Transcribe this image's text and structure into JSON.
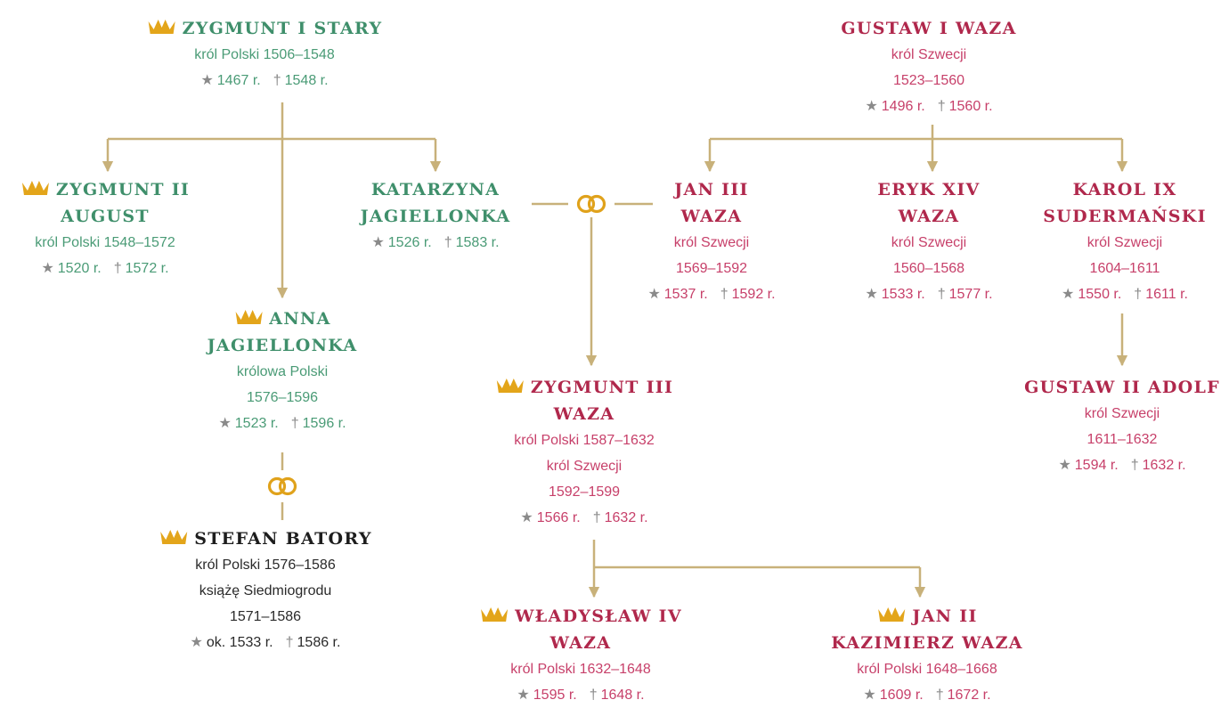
{
  "colors": {
    "green_name": "#3f8f6b",
    "green_text": "#4a9b76",
    "red_name": "#b0284c",
    "red_text": "#c7406a",
    "line": "#c8b17a",
    "crown": "#e3a51a",
    "rings": "#e0a21b"
  },
  "people": {
    "zygmunt_stary": {
      "name": [
        "ZYGMUNT I STARY"
      ],
      "info": [
        "król Polski 1506–1548"
      ],
      "born": "1467 r.",
      "died": "1548 r."
    },
    "zygmunt_august": {
      "name": [
        "ZYGMUNT II",
        "AUGUST"
      ],
      "info": [
        "król Polski 1548–1572"
      ],
      "born": "1520 r.",
      "died": "1572 r."
    },
    "katarzyna": {
      "name": [
        "KATARZYNA",
        "JAGIELLONKA"
      ],
      "info": [],
      "born": "1526 r.",
      "died": "1583 r."
    },
    "anna": {
      "name": [
        "ANNA",
        "JAGIELLONKA"
      ],
      "info": [
        "królowa Polski",
        "1576–1596"
      ],
      "born": "1523 r.",
      "died": "1596 r."
    },
    "stefan_batory": {
      "name": [
        "STEFAN BATORY"
      ],
      "info": [
        "król Polski 1576–1586",
        "książę Siedmiogrodu",
        "1571–1586"
      ],
      "born": "ok. 1533 r.",
      "died": "1586 r."
    },
    "gustaw_waza": {
      "name": [
        "GUSTAW I WAZA"
      ],
      "info": [
        "król Szwecji",
        "1523–1560"
      ],
      "born": "1496 r.",
      "died": "1560 r."
    },
    "jan_iii": {
      "name": [
        "JAN III",
        "WAZA"
      ],
      "info": [
        "król Szwecji",
        "1569–1592"
      ],
      "born": "1537 r.",
      "died": "1592 r."
    },
    "eryk_xiv": {
      "name": [
        "ERYK XIV",
        "WAZA"
      ],
      "info": [
        "król Szwecji",
        "1560–1568"
      ],
      "born": "1533 r.",
      "died": "1577 r."
    },
    "karol_ix": {
      "name": [
        "KAROL IX",
        "SUDERMAŃSKI"
      ],
      "info": [
        "król Szwecji",
        "1604–1611"
      ],
      "born": "1550 r.",
      "died": "1611 r."
    },
    "gustaw_adolf": {
      "name": [
        "GUSTAW II ADOLF"
      ],
      "info": [
        "król Szwecji",
        "1611–1632"
      ],
      "born": "1594 r.",
      "died": "1632 r."
    },
    "zygmunt_iii": {
      "name": [
        "ZYGMUNT III",
        "WAZA"
      ],
      "info": [
        "król Polski 1587–1632",
        "król Szwecji",
        "1592–1599"
      ],
      "born": "1566 r.",
      "died": "1632 r."
    },
    "wladyslaw_iv": {
      "name": [
        "WŁADYSŁAW IV",
        "WAZA"
      ],
      "info": [
        "król Polski 1632–1648"
      ],
      "born": "1595 r.",
      "died": "1648 r."
    },
    "jan_kazimierz": {
      "name": [
        "JAN II",
        "KAZIMIERZ WAZA"
      ],
      "info": [
        "król Polski 1648–1668"
      ],
      "born": "1609 r.",
      "died": "1672 r."
    }
  },
  "symbols": {
    "born": "★",
    "died": "†"
  }
}
